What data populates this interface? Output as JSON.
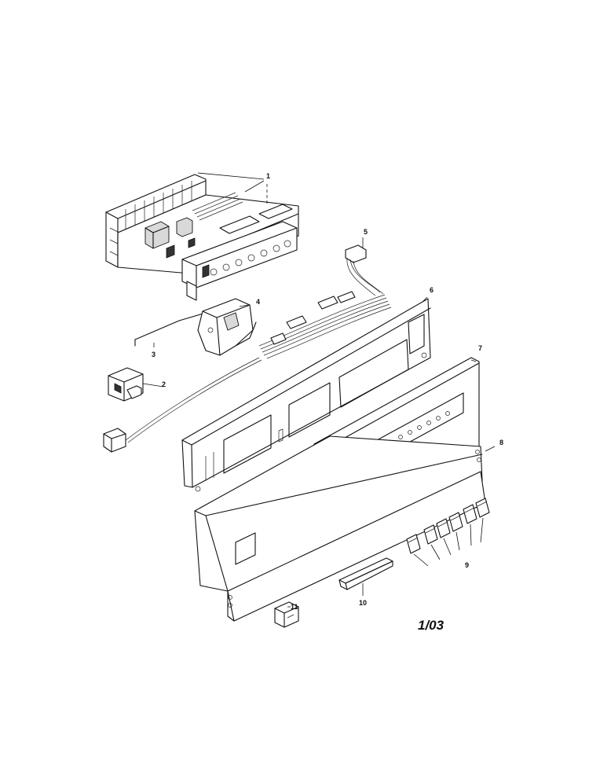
{
  "callouts": [
    {
      "label": "1"
    },
    {
      "label": "2"
    },
    {
      "label": "3"
    },
    {
      "label": "4"
    },
    {
      "label": "5"
    },
    {
      "label": "6"
    },
    {
      "label": "7"
    },
    {
      "label": "8"
    },
    {
      "label": "9"
    },
    {
      "label": "10"
    },
    {
      "label": "11"
    }
  ],
  "revision": "1/03"
}
